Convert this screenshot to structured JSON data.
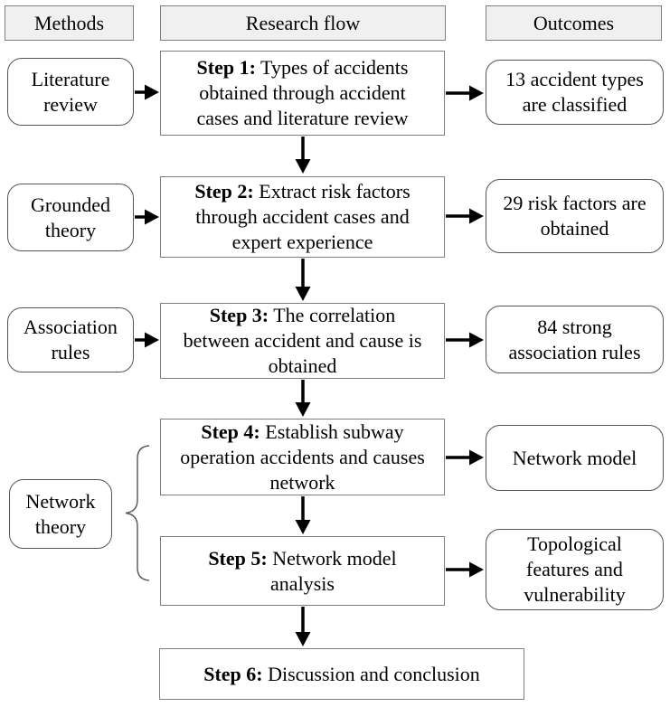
{
  "diagram": {
    "headers": {
      "methods": "Methods",
      "research_flow": "Research flow",
      "outcomes": "Outcomes"
    },
    "methods": [
      {
        "label": "Literature review"
      },
      {
        "label": "Grounded theory"
      },
      {
        "label": "Association rules"
      },
      {
        "label": "Network theory"
      }
    ],
    "steps": [
      {
        "prefix": "Step 1:",
        "text": " Types of accidents obtained through accident cases and literature review"
      },
      {
        "prefix": "Step 2:",
        "text": " Extract risk factors through accident cases and expert experience"
      },
      {
        "prefix": "Step 3:",
        "text": " The correlation between accident and cause is obtained"
      },
      {
        "prefix": "Step 4:",
        "text": " Establish subway operation accidents and causes network"
      },
      {
        "prefix": "Step 5:",
        "text": " Network model analysis"
      },
      {
        "prefix": "Step 6:",
        "text": " Discussion and conclusion"
      }
    ],
    "outcomes": [
      {
        "label": "13 accident types are classified"
      },
      {
        "label": "29 risk factors are obtained"
      },
      {
        "label": "84 strong association rules"
      },
      {
        "label": "Network model"
      },
      {
        "label": "Topological features and vulnerability"
      }
    ],
    "colors": {
      "header_fill": "#f0f0f0",
      "box_border_gray": "#7f7f7f",
      "rounded_border": "#555555",
      "arrow": "#000000",
      "text": "#000000",
      "background": "#ffffff"
    }
  }
}
